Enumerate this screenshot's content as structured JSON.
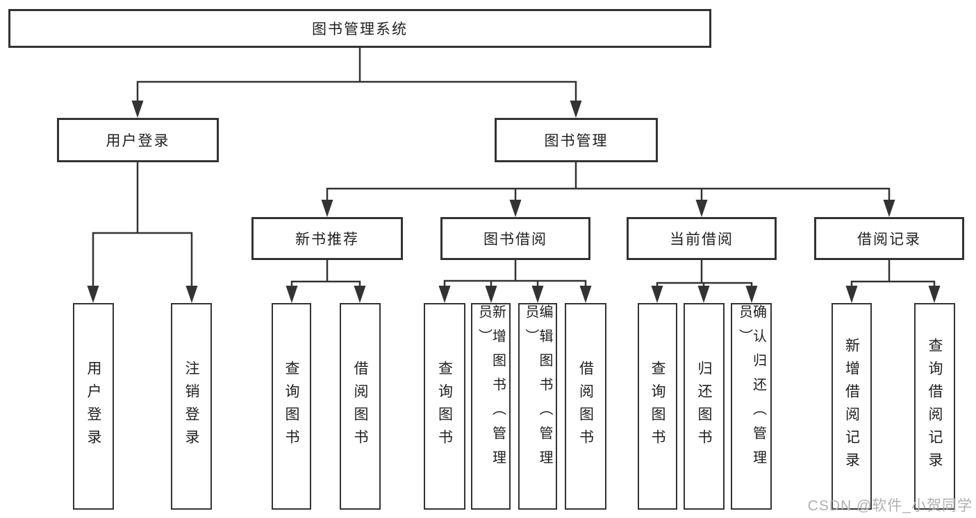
{
  "diagram": {
    "title": "图书管理系统",
    "root": {
      "label": "图书管理系统",
      "children": [
        {
          "label": "用户登录",
          "children": [
            {
              "label": "用户登录"
            },
            {
              "label": "注销登录"
            }
          ]
        },
        {
          "label": "图书管理",
          "children": [
            {
              "label": "新书推荐",
              "children": [
                {
                  "label": "查询图书"
                },
                {
                  "label": "借阅图书"
                }
              ]
            },
            {
              "label": "图书借阅",
              "children": [
                {
                  "label": "查询图书"
                },
                {
                  "label": "新增图书（管理员）"
                },
                {
                  "label": "编辑图书（管理员）"
                },
                {
                  "label": "借阅图书"
                }
              ]
            },
            {
              "label": "当前借阅",
              "children": [
                {
                  "label": "查询图书"
                },
                {
                  "label": "归还图书"
                },
                {
                  "label": "确认归还（管理员）"
                }
              ]
            },
            {
              "label": "借阅记录",
              "children": [
                {
                  "label": "新增借阅记录"
                },
                {
                  "label": "查询借阅记录"
                }
              ]
            }
          ]
        }
      ]
    }
  },
  "watermark": {
    "text": "CSDN @软件_小贺同学"
  },
  "colors": {
    "background": "#ffffff",
    "box_border": "#333333",
    "connector_line": "#333333",
    "node_text": "#1f1f1f",
    "watermark_text": "#b0b0b0"
  }
}
